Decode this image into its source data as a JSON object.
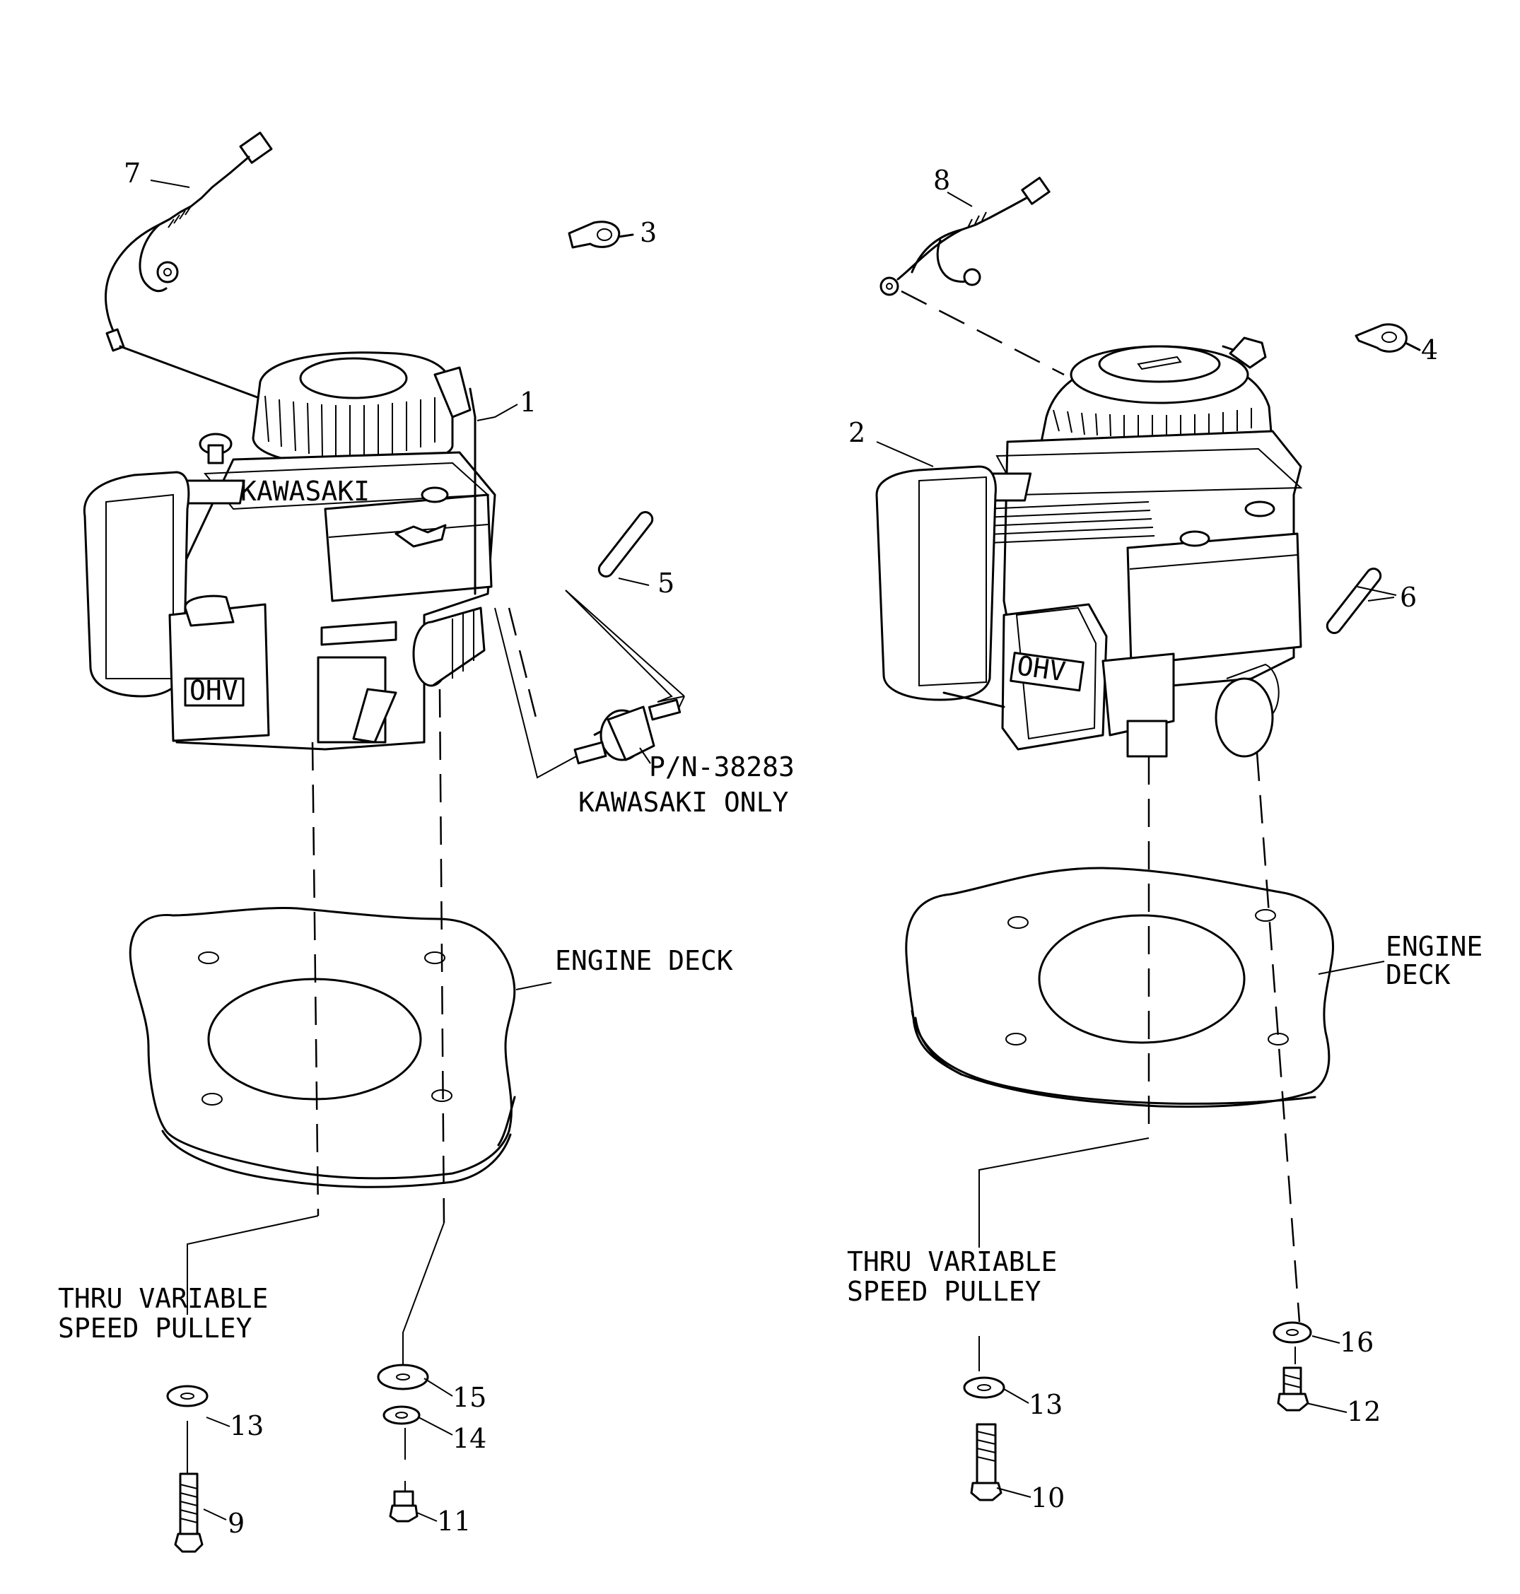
{
  "callouts": {
    "c1": "1",
    "c2": "2",
    "c3": "3",
    "c4": "4",
    "c5": "5",
    "c6": "6",
    "c7": "7",
    "c8": "8",
    "c9": "9",
    "c10": "10",
    "c11": "11",
    "c12": "12",
    "c13a": "13",
    "c13b": "13",
    "c14": "14",
    "c15": "15",
    "c16": "16"
  },
  "labels": {
    "fuel_filter_pn": "P/N-38283",
    "fuel_filter_note": "KAWASAKI ONLY",
    "engine_deck_left": "ENGINE DECK",
    "engine_deck_right_1": "ENGINE",
    "engine_deck_right_2": "DECK",
    "pulley_left_1": "THRU VARIABLE",
    "pulley_left_2": "SPEED PULLEY",
    "pulley_right_1": "THRU VARIABLE",
    "pulley_right_2": "SPEED PULLEY",
    "ohv_left": "OHV",
    "ohv_right": "OHV",
    "engine_brand_left": "KAWASAKI"
  }
}
